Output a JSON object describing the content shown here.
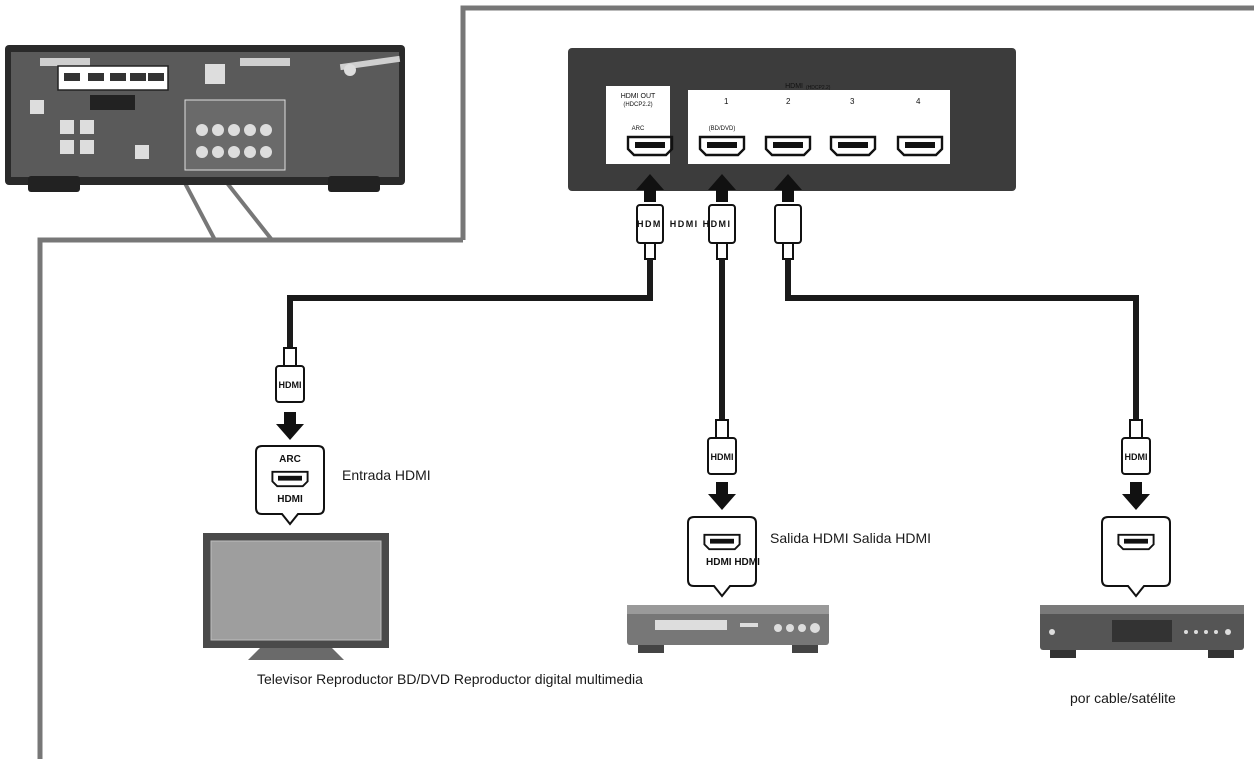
{
  "panel": {
    "hdmi_out_label": "HDMI OUT",
    "hdmi_out_sub": "(HDCP2.2)",
    "arc_label": "ARC",
    "hdmi_in_label": "HDMI",
    "hdmi_in_sub": "(HDCP2.2)",
    "port_numbers": [
      "1",
      "2",
      "3",
      "4"
    ],
    "port1_tag": "(BD/DVD)"
  },
  "plugs": {
    "top_text": "HDMI HDMI HDMI",
    "cable_label": "HDMI"
  },
  "tv_bubble": {
    "arc": "ARC",
    "hdmi": "HDMI"
  },
  "bd_bubble": {
    "hdmi": "HDMI HDMI"
  },
  "labels": {
    "tv_input": "Entrada HDMI",
    "bd_output": "Salida HDMI Salida HDMI",
    "devices_line": "Televisor Reproductor BD/DVD Reproductor digital multimedia",
    "cable_sat": "por cable/satélite"
  },
  "colors": {
    "panel": "#3c3c3c",
    "cable": "#1a1a1a",
    "frame": "#777777",
    "device": "#555555"
  }
}
